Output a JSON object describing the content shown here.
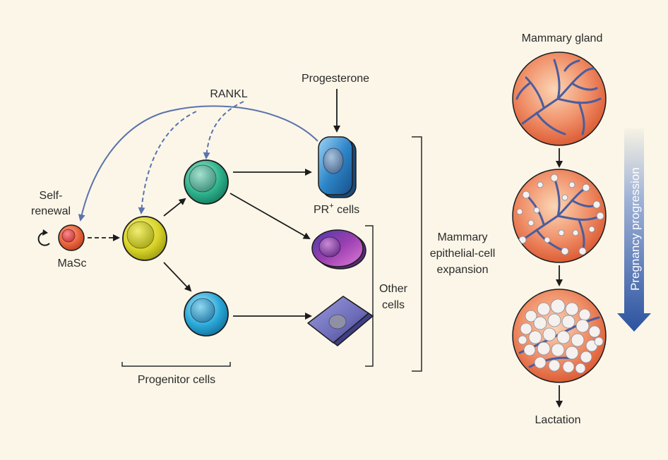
{
  "labels": {
    "rankl": "RANKL",
    "progesterone": "Progesterone",
    "self_renewal_line1": "Self-",
    "self_renewal_line2": "renewal",
    "masc": "MaSc",
    "pr_cells_prefix": "PR",
    "pr_cells_sup": "+",
    "pr_cells_suffix": " cells",
    "other_cells_line1": "Other",
    "other_cells_line2": "cells",
    "progenitor_cells": "Progenitor cells",
    "expansion_line1": "Mammary",
    "expansion_line2": "epithelial-cell",
    "expansion_line3": "expansion",
    "mammary_gland": "Mammary gland",
    "lactation": "Lactation",
    "pregnancy_progression": "Pregnancy progression"
  },
  "colors": {
    "background": "#fbf6e8",
    "rankl_arrow": "#5b73ad",
    "masc_cell": "#e8623c",
    "progenitor_yellow": "#d9d429",
    "progenitor_green": "#2fb28c",
    "progenitor_cyan": "#2aa8d8",
    "pr_cell": "#2e86c8",
    "other_cell_purple": "#9a3fb0",
    "other_cell_violet": "#6d6cb8",
    "gland_orange": "#ea7a52",
    "duct_blue": "#4a5d9e",
    "pregnancy_arrow": "#3a5fa8"
  }
}
